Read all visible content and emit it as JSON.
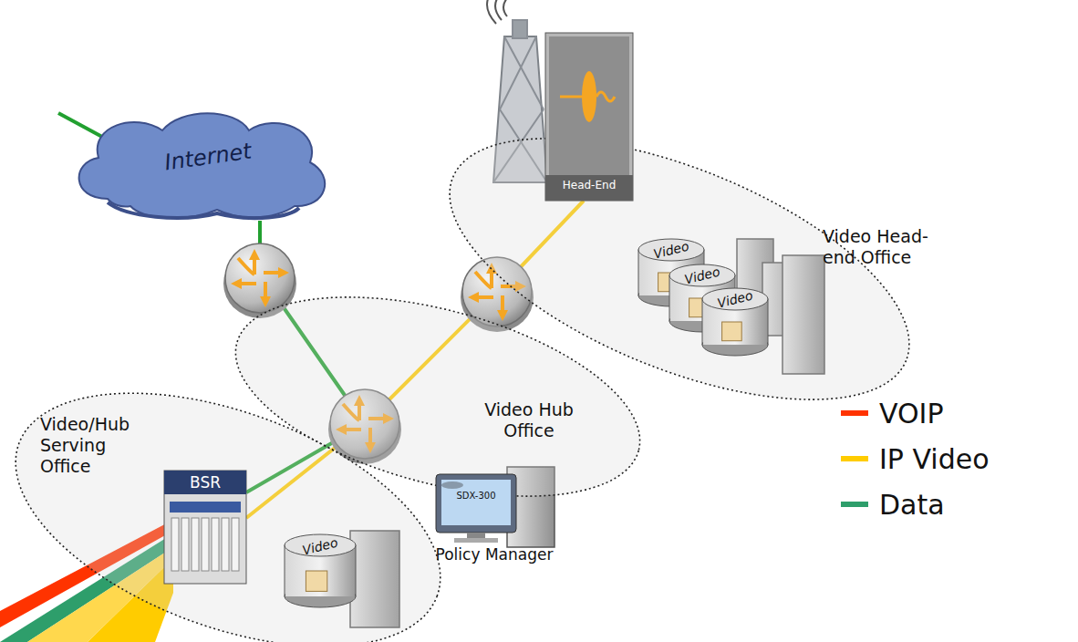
{
  "diagram": {
    "nodes": [
      {
        "text": [
          "Internet"
        ]
      },
      {
        "text": [
          "Video Head-end Office"
        ]
      },
      {
        "text": [
          "Head-End"
        ],
        "in": 1
      },
      {
        "text": [
          "Video"
        ],
        "in": 1
      },
      {
        "text": [
          "Video"
        ],
        "in": 1
      },
      {
        "text": [
          "Video"
        ],
        "in": 1
      },
      {
        "text": [
          "Video Hub Office"
        ]
      },
      {
        "text": [
          "Video/Hub Serving Office"
        ]
      },
      {
        "text": [
          "BSR"
        ],
        "in": 7
      },
      {
        "text": [
          "Video"
        ],
        "in": 7
      },
      {
        "text": [
          "SDX-300",
          "Policy Manager"
        ]
      }
    ],
    "edges": [
      {
        "from": 0,
        "to": 8,
        "arrow": "none"
      },
      {
        "from": 2,
        "to": 8,
        "arrow": "none"
      }
    ],
    "legend": [
      {
        "text": "VOIP",
        "color": "#ff3300"
      },
      {
        "text": "IP Video",
        "color": "#ffcc00"
      },
      {
        "text": "Data",
        "color": "#2e9e6b"
      }
    ]
  }
}
